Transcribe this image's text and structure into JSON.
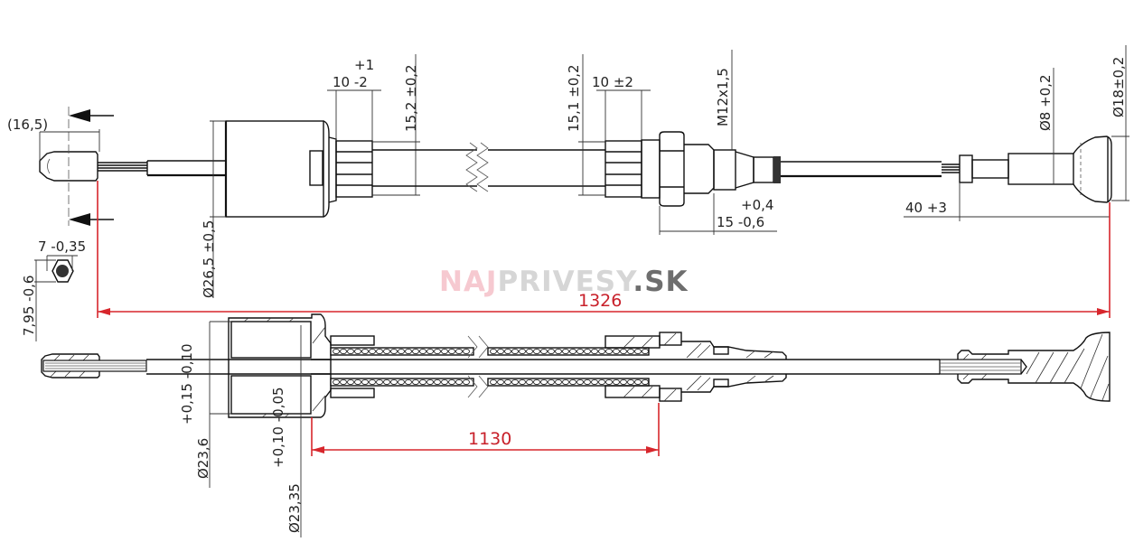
{
  "drawing": {
    "title": "Bowden cable technical drawing",
    "watermark": {
      "part1": "NAJ",
      "part2": "PRIVESY",
      "part3": ".SK",
      "colors": {
        "part1": "#f6c9d0",
        "part2": "#d6d6d6",
        "part3": "#6e6e6e"
      }
    },
    "accent_color": "#d7262c",
    "top_view": {
      "dimensions": {
        "end_length": "(16,5)",
        "hex_width": "7 -0,35",
        "hex_height": "7,95 -0,6",
        "housing_diameter": "Ø26,5 ±0,5",
        "sleeve_length_tol_upper": "+1",
        "sleeve_length": "10 -2",
        "sleeve_diameter_left": "15,2 ±0,2",
        "sleeve_diameter_right": "15,1 ±0,2",
        "sleeve_length_right": "10 ±2",
        "thread": "M12x1,5",
        "thread_len_tol_upper": "+0,4",
        "thread_len": "15 -0,6",
        "end_offset": "40 +3",
        "pin_diameter": "Ø8 +0,2",
        "head_diameter": "Ø18±0,2"
      }
    },
    "overall_length": "1326",
    "section_view": {
      "dimensions": {
        "inner_diameter_tol": "+0,15 -0,10",
        "inner_diameter": "Ø23,6",
        "outer_diameter_tol": "+0,10 -0,05",
        "outer_diameter": "Ø23,35",
        "sheath_length": "1130"
      }
    }
  }
}
